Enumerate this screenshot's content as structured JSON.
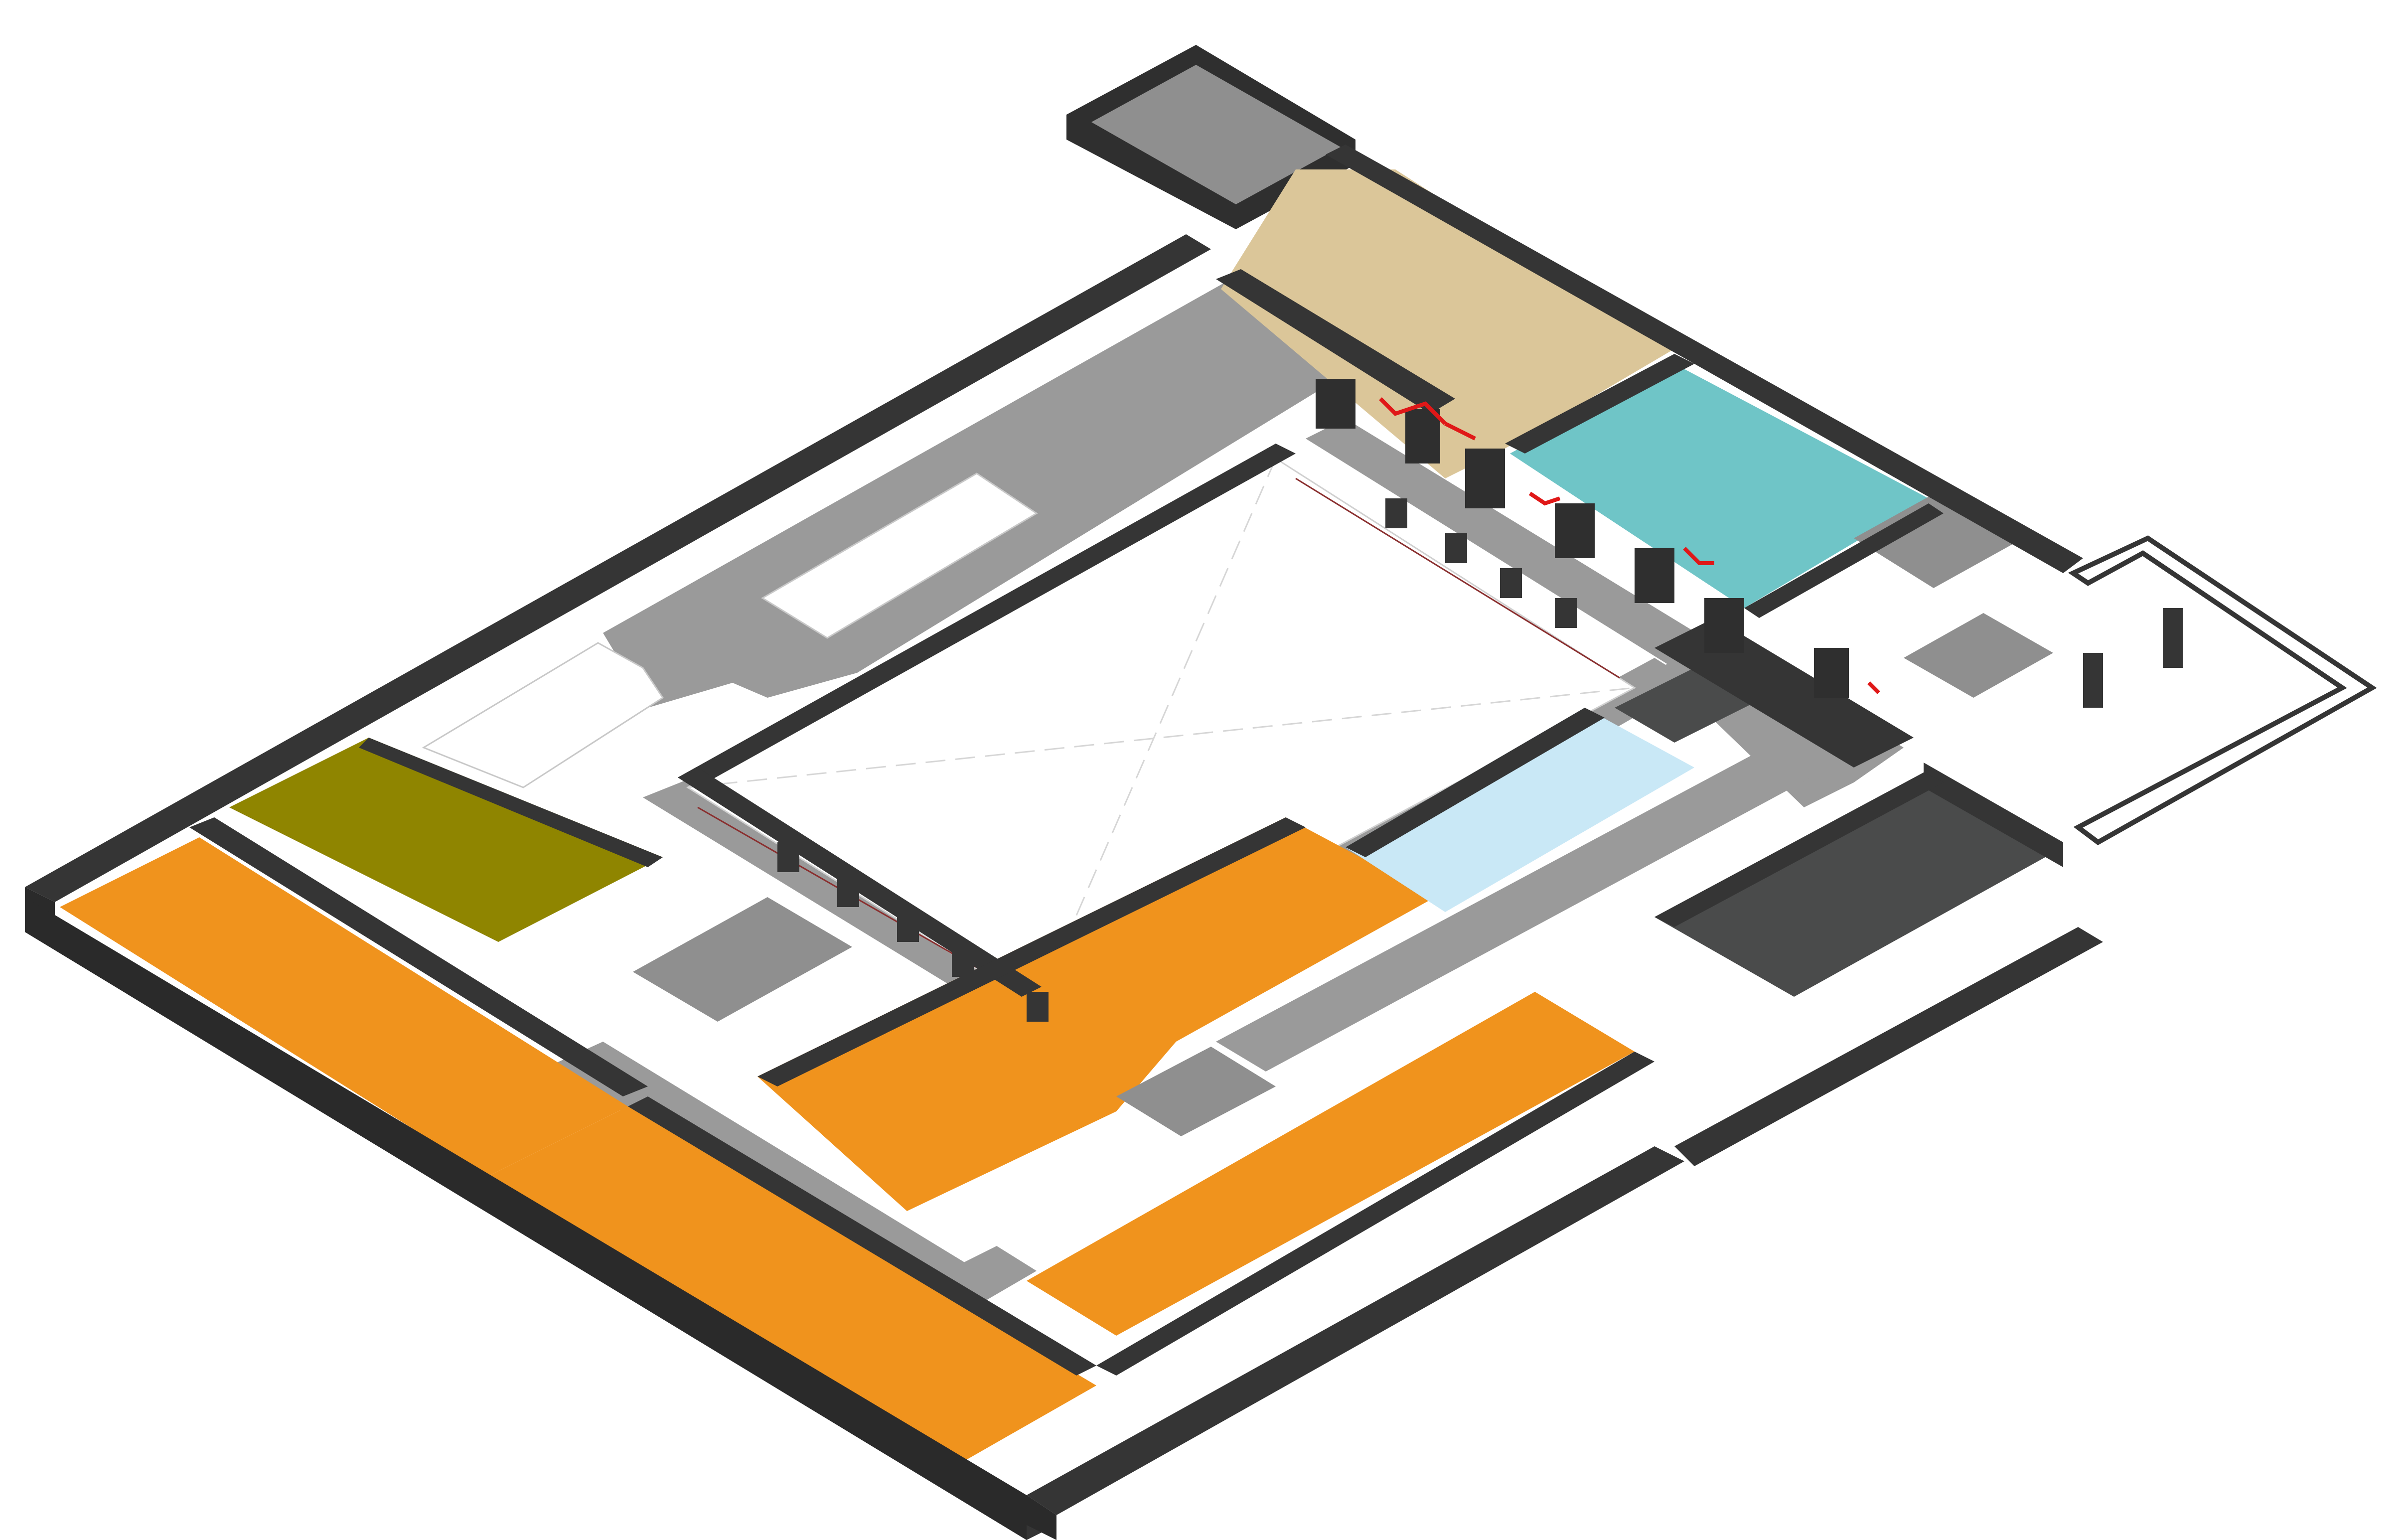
{
  "diagram": {
    "kind": "isometric-floor-plan",
    "text_labels": [],
    "colors": {
      "wall": "#353535",
      "wall_side": "#2a2a2a",
      "corridor": "#9a9a9a",
      "room_gray": "#8f8f8f",
      "dark_room": "#4a4b4b",
      "exhibition_orange": "#f0931d",
      "olive_room": "#8f8500",
      "beige_room": "#dbc699",
      "teal_room": "#6fc5c7",
      "light_blue_room": "#c9e8f6",
      "courtyard": "#ffffff",
      "route_arrow": "#e01818"
    },
    "zones": [
      {
        "id": "north-annex",
        "color": "room_gray"
      },
      {
        "id": "north-corridor",
        "color": "corridor"
      },
      {
        "id": "beige-room",
        "color": "beige_room"
      },
      {
        "id": "teal-room",
        "color": "teal_room"
      },
      {
        "id": "olive-room",
        "color": "olive_room"
      },
      {
        "id": "orange-wing",
        "color": "exhibition_orange"
      },
      {
        "id": "light-blue-room",
        "color": "light_blue_room"
      },
      {
        "id": "east-dark-room",
        "color": "dark_room"
      },
      {
        "id": "central-courtyard",
        "color": "courtyard"
      },
      {
        "id": "east-open-terrace",
        "color": "courtyard"
      }
    ],
    "route_markers": 5
  }
}
